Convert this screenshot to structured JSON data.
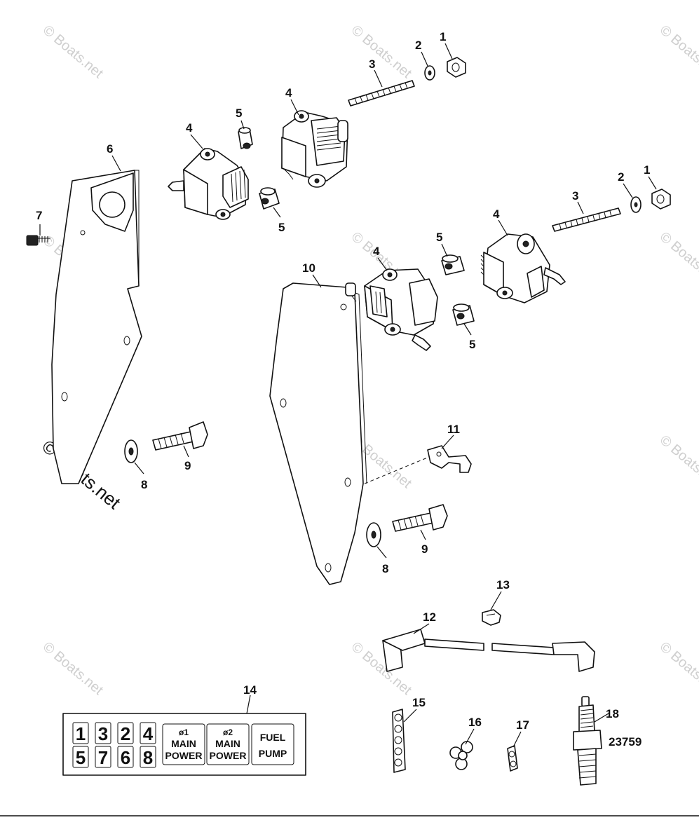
{
  "callouts": {
    "c1a": "1",
    "c2a": "2",
    "c3a": "3",
    "c4a": "4",
    "c4b": "4",
    "c5a": "5",
    "c5b": "5",
    "c6": "6",
    "c7": "7",
    "c1b": "1",
    "c2b": "2",
    "c3b": "3",
    "c4c": "4",
    "c4d": "4",
    "c5c": "5",
    "c5d": "5",
    "c10": "10",
    "c8a": "8",
    "c9a": "9",
    "c11": "11",
    "c8b": "8",
    "c9b": "9",
    "c12": "12",
    "c13": "13",
    "c14": "14",
    "c15": "15",
    "c16": "16",
    "c17": "17",
    "c18": "18"
  },
  "decal": {
    "numbers": [
      "1",
      "3",
      "2",
      "4",
      "5",
      "7",
      "6",
      "8"
    ],
    "main1_top": "ø1",
    "main1_mid": "MAIN",
    "main1_bot": "POWER",
    "main2_top": "ø2",
    "main2_mid": "MAIN",
    "main2_bot": "POWER",
    "fuel_top": "FUEL",
    "fuel_bot": "PUMP"
  },
  "figure_number": "23759",
  "watermark": {
    "main": "© Boats.net",
    "faint": "© Boats.net"
  }
}
